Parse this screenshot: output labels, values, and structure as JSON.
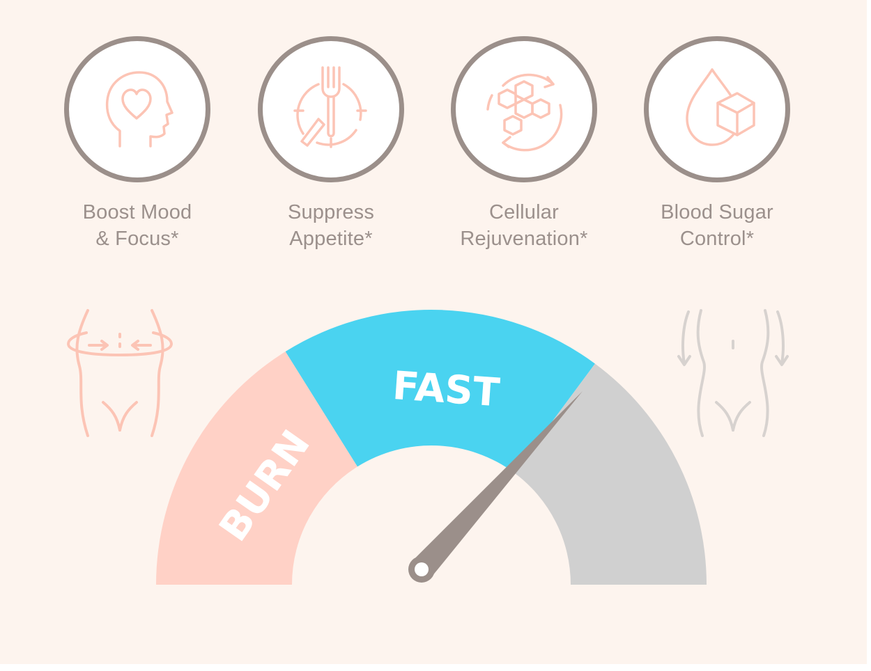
{
  "benefits": [
    {
      "icon": "head-heart-icon",
      "line1": "Boost Mood",
      "line2": "& Focus*"
    },
    {
      "icon": "fork-knife-clock-icon",
      "line1": "Suppress",
      "line2": "Appetite*"
    },
    {
      "icon": "cells-cycle-icon",
      "line1": "Cellular",
      "line2": "Rejuvenation*"
    },
    {
      "icon": "drop-sugar-cube-icon",
      "line1": "Blood Sugar",
      "line2": "Control*"
    }
  ],
  "gauge": {
    "zones": [
      {
        "label": "BURN",
        "color": "#ffd1c6"
      },
      {
        "label": "FAST",
        "color": "#4ad3f0"
      },
      {
        "label": "",
        "color": "#d0d0d0"
      }
    ],
    "needle_zone": "FAST",
    "needle_color": "#9b8f8a"
  },
  "side_icons": {
    "left": {
      "icon": "waist-shrink-icon",
      "color": "#fcc4b5"
    },
    "right": {
      "icon": "waist-expand-icon",
      "color": "#d7d2cf"
    }
  },
  "colors": {
    "background": "#fdf4ee",
    "circle_border": "#9b8f8a",
    "icon_line": "#fcc4b5",
    "label_text": "#9b908c"
  }
}
